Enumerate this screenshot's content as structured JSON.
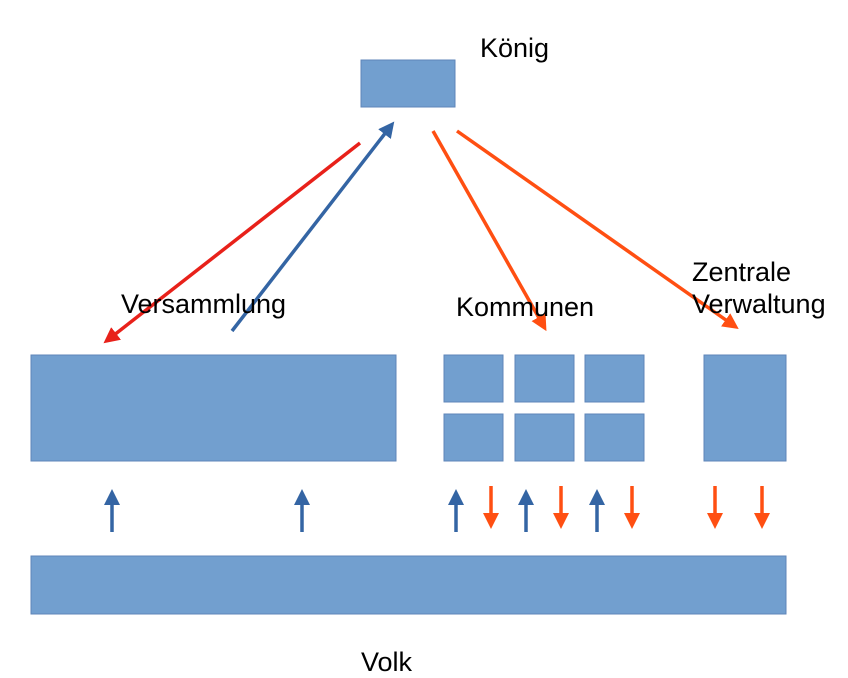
{
  "labels": {
    "koenig": "König",
    "versammlung": "Versammlung",
    "kommunen": "Kommunen",
    "zentrale_line1": "Zentrale",
    "zentrale_line2": "Verwaltung",
    "volk": "Volk"
  },
  "colors": {
    "box_fill": "#729fcf",
    "blue_arrow": "#3465a4",
    "red_arrow": "#e8211a",
    "orange_arrow": "#ff4f12"
  }
}
